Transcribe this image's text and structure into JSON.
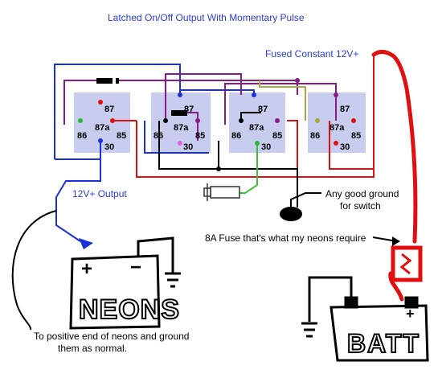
{
  "title": "Latched On/Off Output With Momentary Pulse",
  "labels": {
    "fused_constant": "Fused Constant 12V+",
    "output": "12V+ Output",
    "ground_switch_1": "Any good ground",
    "ground_switch_2": "for switch",
    "fuse_note": "8A Fuse that's what my neons require",
    "neons_note_1": "To positive end of neons and ground",
    "neons_note_2": "them as normal."
  },
  "relays": [
    {
      "p87": "87",
      "p87a": "87a",
      "p86": "86",
      "p85": "85",
      "p30": "30"
    },
    {
      "p87": "87",
      "p87a": "87a",
      "p86": "86",
      "p85": "85",
      "p30": "30"
    },
    {
      "p87": "87",
      "p87a": "87a",
      "p86": "86",
      "p85": "85",
      "p30": "30"
    },
    {
      "p87": "87",
      "p87a": "87a",
      "p86": "86",
      "p85": "85",
      "p30": "30"
    }
  ],
  "components": {
    "neons": "NEONS",
    "neons_plus": "+",
    "neons_minus": "−",
    "battery": "BATT",
    "battery_plus": "+"
  },
  "colors": {
    "power": "#e01010",
    "output": "#1a30d8",
    "coil_link": "#8a1a8a",
    "switch": "#3cc03c",
    "ground": "#000000",
    "relay_fill": "#c8cdf0"
  }
}
